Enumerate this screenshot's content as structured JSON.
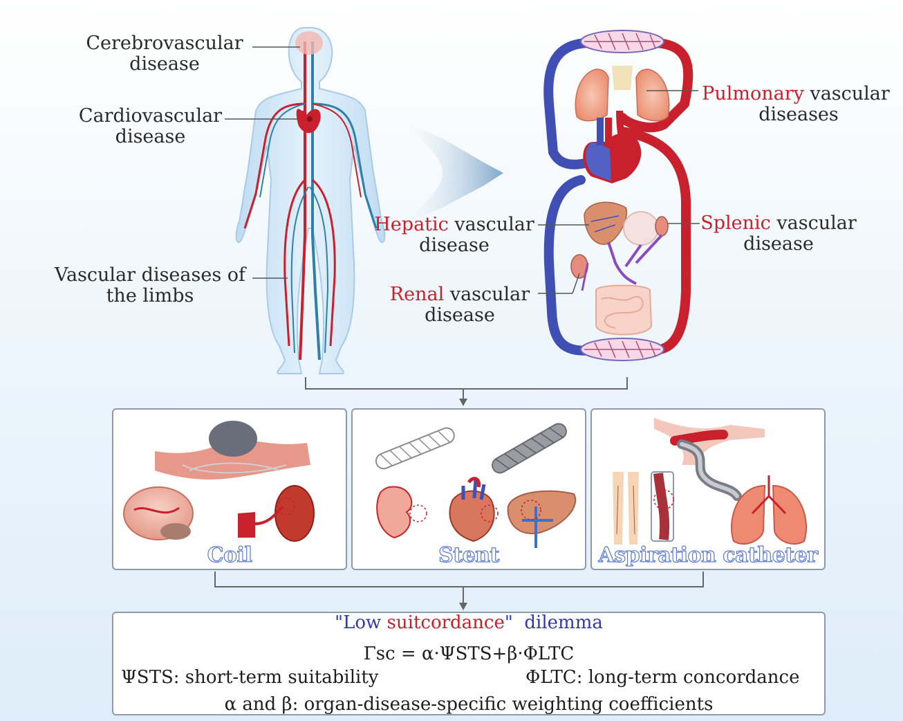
{
  "body_labels": {
    "cerebro": [
      "Cerebrovascular",
      "disease"
    ],
    "cardio": [
      "Cardiovascular",
      "disease"
    ],
    "limbs": [
      "Vascular diseases of",
      "the limbs"
    ]
  },
  "organ_labels": {
    "pulmonary": {
      "highlight": "Pulmonary",
      "rest": " vascular",
      "line2": "diseases"
    },
    "hepatic": {
      "highlight": "Hepatic",
      "rest": " vascular",
      "line2": "disease"
    },
    "splenic": {
      "highlight": "Splenic",
      "rest": " vascular",
      "line2": "disease"
    },
    "renal": {
      "highlight": "Renal",
      "rest": " vascular",
      "line2": "disease"
    }
  },
  "devices": [
    {
      "caption": "Coil"
    },
    {
      "caption": "Stent"
    },
    {
      "caption": "Aspiration  catheter"
    }
  ],
  "dilemma": {
    "quote_open": "\"",
    "low": "Low",
    "suitcordance": "suitcordance",
    "quote_close": "\"",
    "dilemma": "dilemma",
    "formula": "Γsc = α·ΨSTS+β·ΦLTC",
    "sts": "ΨSTS: short-term suitability",
    "ltc": "ΦLTC: long-term concordance",
    "coeff": "α and β: organ-disease-specific weighting coefficients"
  },
  "colors": {
    "artery": "#c8202c",
    "vein": "#3f4fb4",
    "panel_border": "#8e9aab",
    "arrow": "#7fa6c9"
  }
}
